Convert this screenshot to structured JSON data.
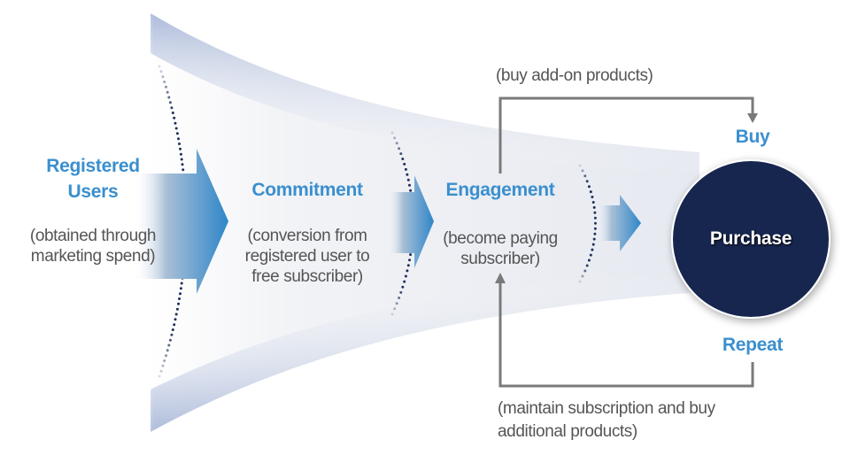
{
  "colors": {
    "stage_text": "#3a8fcf",
    "description_text": "#555555",
    "circle_fill": "#16284f",
    "arrow_blue": "#2e86c9",
    "connector_gray": "#7a7a7a",
    "dots": "#1e2f5a"
  },
  "stages": [
    {
      "title_line1": "Registered",
      "title_line2": "Users",
      "desc_line1": "(obtained through",
      "desc_line2": "marketing spend)"
    },
    {
      "title": "Commitment",
      "desc_line1": "(conversion from",
      "desc_line2": "registered user to",
      "desc_line3": "free subscriber)"
    },
    {
      "title": "Engagement",
      "desc_line1": "(become paying",
      "desc_line2": "subscriber)"
    }
  ],
  "purchase": {
    "label": "Purchase"
  },
  "branches": {
    "buy": {
      "label": "Buy",
      "note": "(buy add-on products)"
    },
    "repeat": {
      "label": "Repeat",
      "note_line1": "(maintain subscription and buy",
      "note_line2": "additional products)"
    }
  },
  "icons": [
    "arrow-right-icon",
    "arrow-right-icon",
    "arrow-right-icon",
    "arrow-down-icon",
    "arrow-up-icon"
  ]
}
